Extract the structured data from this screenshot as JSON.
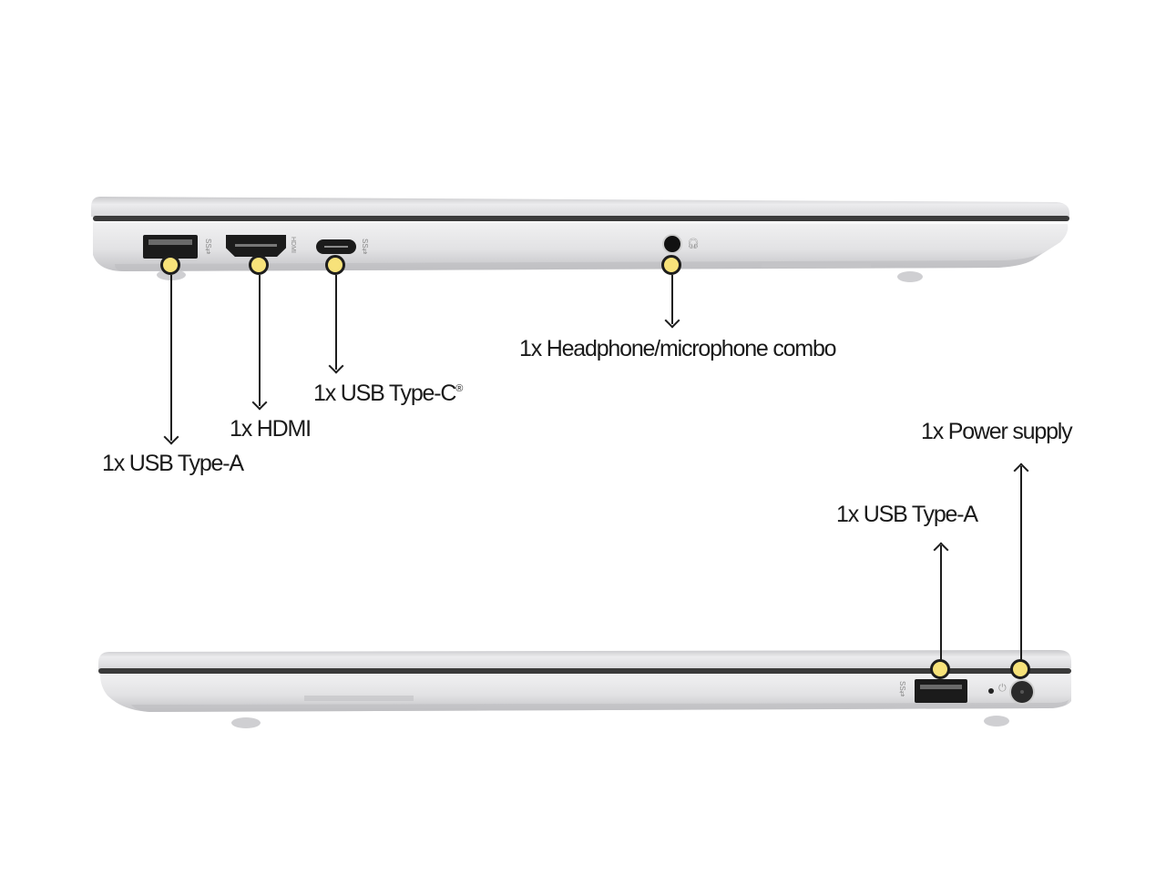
{
  "colors": {
    "background": "#ffffff",
    "chassis": "#d9d9db",
    "chassis_highlight": "#eeeeef",
    "hinge_gap": "#3a3a3a",
    "callout_dot": "#f7e27a",
    "line": "#1d1d1d",
    "text": "#1a1a1a"
  },
  "left_side": {
    "ports": [
      {
        "id": "usb-a-left",
        "label": "1x USB Type-A",
        "icon": "usb-a-port-icon",
        "marking": "SS usb"
      },
      {
        "id": "hdmi",
        "label": "1x HDMI",
        "icon": "hdmi-port-icon",
        "marking": "HDMI"
      },
      {
        "id": "usb-c",
        "label": "1x USB Type-C",
        "superscript": "®",
        "icon": "usb-c-port-icon",
        "marking": "SS usb"
      },
      {
        "id": "audio",
        "label": "1x Headphone/microphone combo",
        "icon": "headphone-jack-icon",
        "marking": "headphone"
      }
    ]
  },
  "right_side": {
    "ports": [
      {
        "id": "usb-a-right",
        "label": "1x USB Type-A",
        "icon": "usb-a-port-icon",
        "marking": "SS usb"
      },
      {
        "id": "power",
        "label": "1x Power supply",
        "icon": "power-jack-icon",
        "marking": "power led"
      }
    ]
  }
}
